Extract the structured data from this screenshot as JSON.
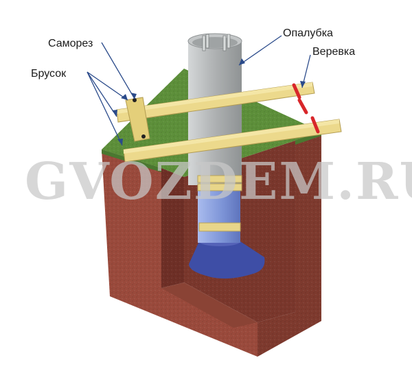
{
  "labels": {
    "samorez": "Саморез",
    "brusok": "Брусок",
    "opalubka": "Опалубка",
    "verevka": "Веревка"
  },
  "watermark": "GVOZDEM.RU",
  "colors": {
    "soil_front": "#9a4a3c",
    "soil_side": "#7e3a2e",
    "soil_inner": "#6b2d24",
    "grass": "#5d8f3a",
    "wood": "#ecd98c",
    "wood_dark": "#c9b263",
    "pipe": "#b7babb",
    "pipe_dark": "#8e9293",
    "pile_blue": "#7f96d8",
    "base_blue": "#3e4ea6",
    "rope": "#d8262a"
  }
}
